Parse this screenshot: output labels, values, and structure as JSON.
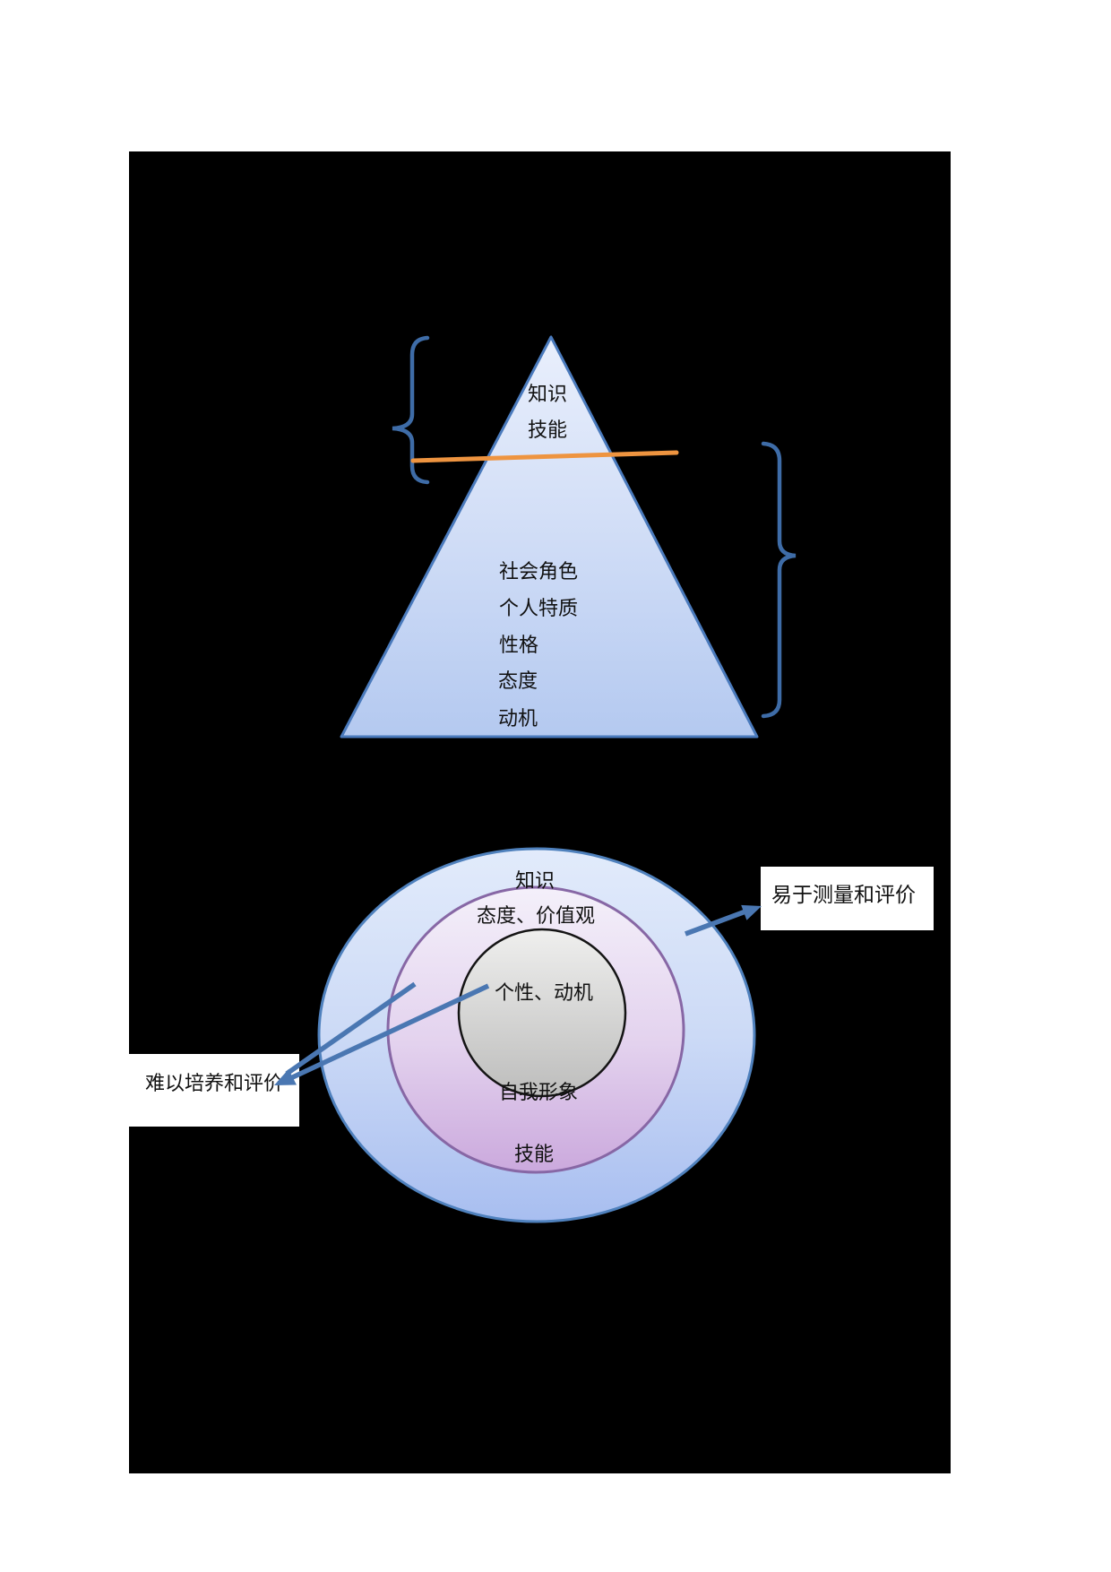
{
  "pyramid": {
    "upper_labels": [
      "知识",
      "技能"
    ],
    "lower_labels": [
      "社会角色",
      "个人特质",
      "性格",
      "态度",
      "动机"
    ]
  },
  "onion": {
    "labels": {
      "outer_top": "知识",
      "middle_top": "态度、价值观",
      "inner": "个性、动机",
      "middle_bottom": "自我形象",
      "bottom": "技能"
    }
  },
  "callouts": {
    "right": "易于测量和评价",
    "left": "难以培养和评价"
  },
  "colors": {
    "page_white": "#ffffff",
    "background_black": "#000000",
    "shape_border_blue": "#4f81bd",
    "brace_blue": "#3e6ca7",
    "arrow_blue": "#4a77b2",
    "divider_orange": "#ee9440",
    "ring_border_purple": "#8767a5",
    "pyramid_fill_top": "#e9effc",
    "pyramid_fill_bottom": "#b4c9f0",
    "outer_ring_fill_top": "#e2ebfb",
    "outer_ring_fill_bottom": "#a8bef0",
    "middle_ring_fill_top": "#f4f0fa",
    "middle_ring_fill_bottom": "#cba9dd",
    "inner_circle_fill_top": "#efefee",
    "inner_circle_fill_bottom": "#bdbdbc",
    "text": "#111111"
  }
}
